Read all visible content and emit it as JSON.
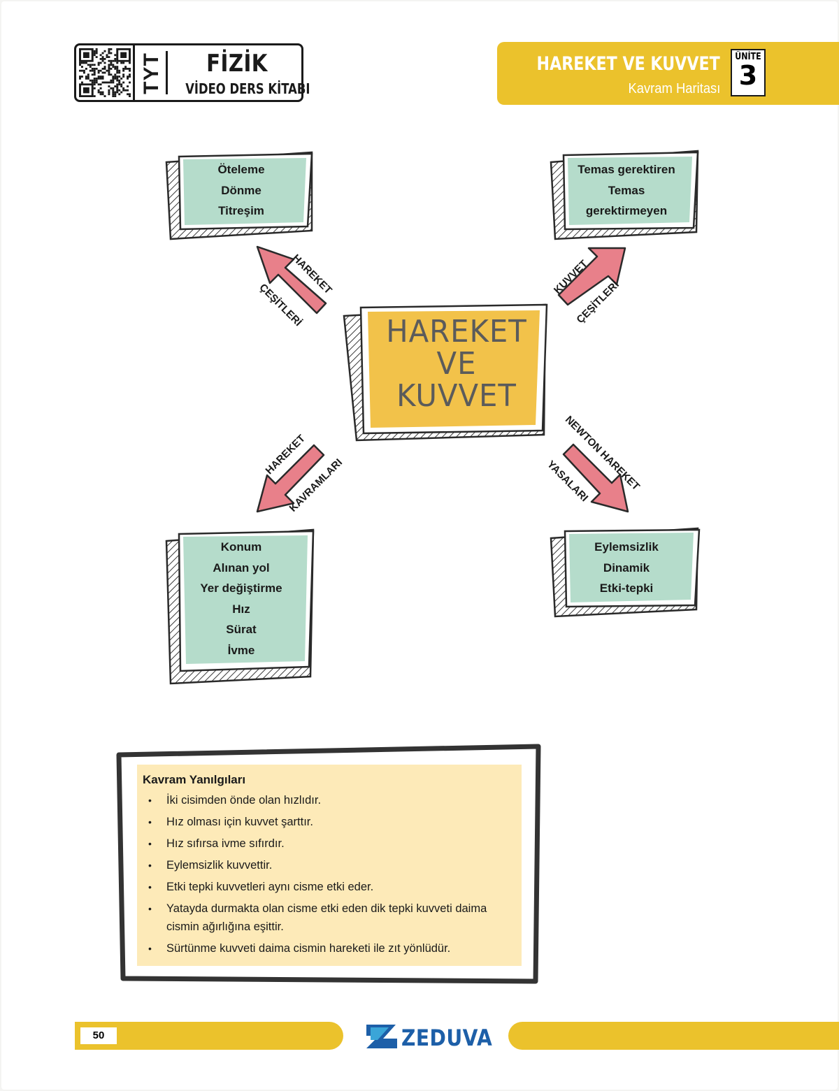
{
  "header": {
    "series": "TYT",
    "subject": "FİZİK",
    "book": "VİDEO DERS KİTABI",
    "chapter_title": "HAREKET VE KUVVET",
    "chapter_subtitle": "Kavram Haritası",
    "unit_label": "ÜNİTE",
    "unit_number": "3"
  },
  "center": {
    "lines": [
      "HAREKET",
      "VE",
      "KUVVET"
    ]
  },
  "boxes": {
    "top_left": [
      "Öteleme",
      "Dönme",
      "Titreşim"
    ],
    "top_right": [
      "Temas gerektiren",
      "Temas",
      "gerektirmeyen"
    ],
    "bottom_left": [
      "Konum",
      "Alınan yol",
      "Yer değiştirme",
      "Hız",
      "Sürat",
      "İvme"
    ],
    "bottom_right": [
      "Eylemsizlik",
      "Dinamik",
      "Etki-tepki"
    ]
  },
  "arrows": {
    "top_left": [
      "HAREKET",
      "ÇEŞİTLERİ"
    ],
    "top_right": [
      "KUVVET",
      "ÇEŞİTLERİ"
    ],
    "bottom_left": [
      "HAREKET",
      "KAVRAMLARI"
    ],
    "bottom_right": [
      "NEWTON HAREKET",
      "YASALARI"
    ]
  },
  "misconceptions": {
    "title": "Kavram Yanılgıları",
    "items": [
      "İki cisimden önde olan hızlıdır.",
      "Hız olması için kuvvet şarttır.",
      "Hız sıfırsa ivme sıfırdır.",
      "Eylemsizlik kuvvettir.",
      "Etki tepki kuvvetleri aynı cisme etki eder.",
      "Yatayda durmakta olan cisme etki eden dik tepki kuvveti daima cismin ağırlığına eşittir.",
      "Sürtünme kuvveti daima cismin hareketi ile zıt yönlüdür."
    ]
  },
  "footer": {
    "page_number": "50",
    "brand": "ZEDUVA"
  },
  "colors": {
    "yellow": "#ebc22c",
    "mint": "#b5dccb",
    "arrow": "#e8808a",
    "note": "#fdeab8",
    "brand_blue": "#1d5fa8"
  },
  "icons": [
    "qr-code-icon",
    "zeduva-logo-icon"
  ]
}
